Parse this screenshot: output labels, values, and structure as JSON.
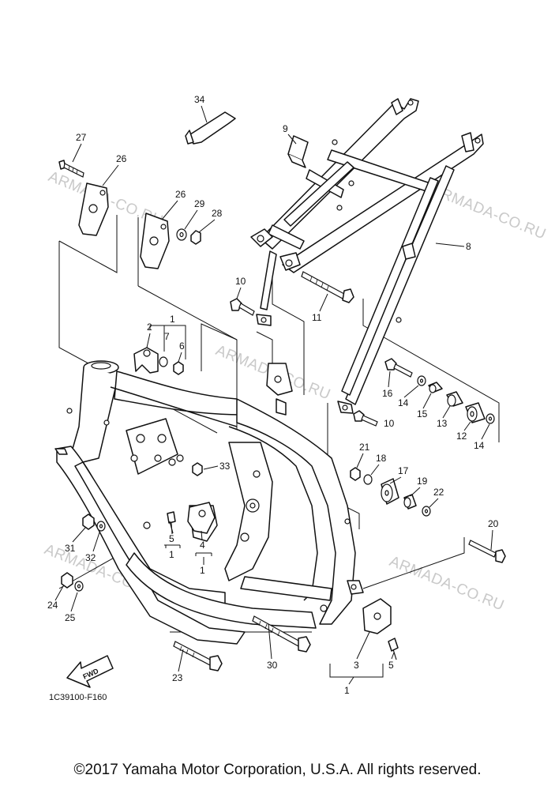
{
  "diagram": {
    "code": "1C39100-F160",
    "fwd_label": "FWD",
    "watermark": "ARMADA-CO.RU",
    "copyright": "©2017 Yamaha Motor Corporation, U.S.A. All rights reserved.",
    "callouts": [
      "34",
      "9",
      "27",
      "26",
      "26",
      "29",
      "28",
      "8",
      "10",
      "11",
      "1",
      "2",
      "7",
      "6",
      "16",
      "14",
      "15",
      "13",
      "12",
      "14",
      "10",
      "21",
      "18",
      "17",
      "19",
      "22",
      "33",
      "20",
      "31",
      "32",
      "5",
      "1",
      "4",
      "1",
      "24",
      "25",
      "30",
      "23",
      "3",
      "5",
      "1"
    ]
  }
}
